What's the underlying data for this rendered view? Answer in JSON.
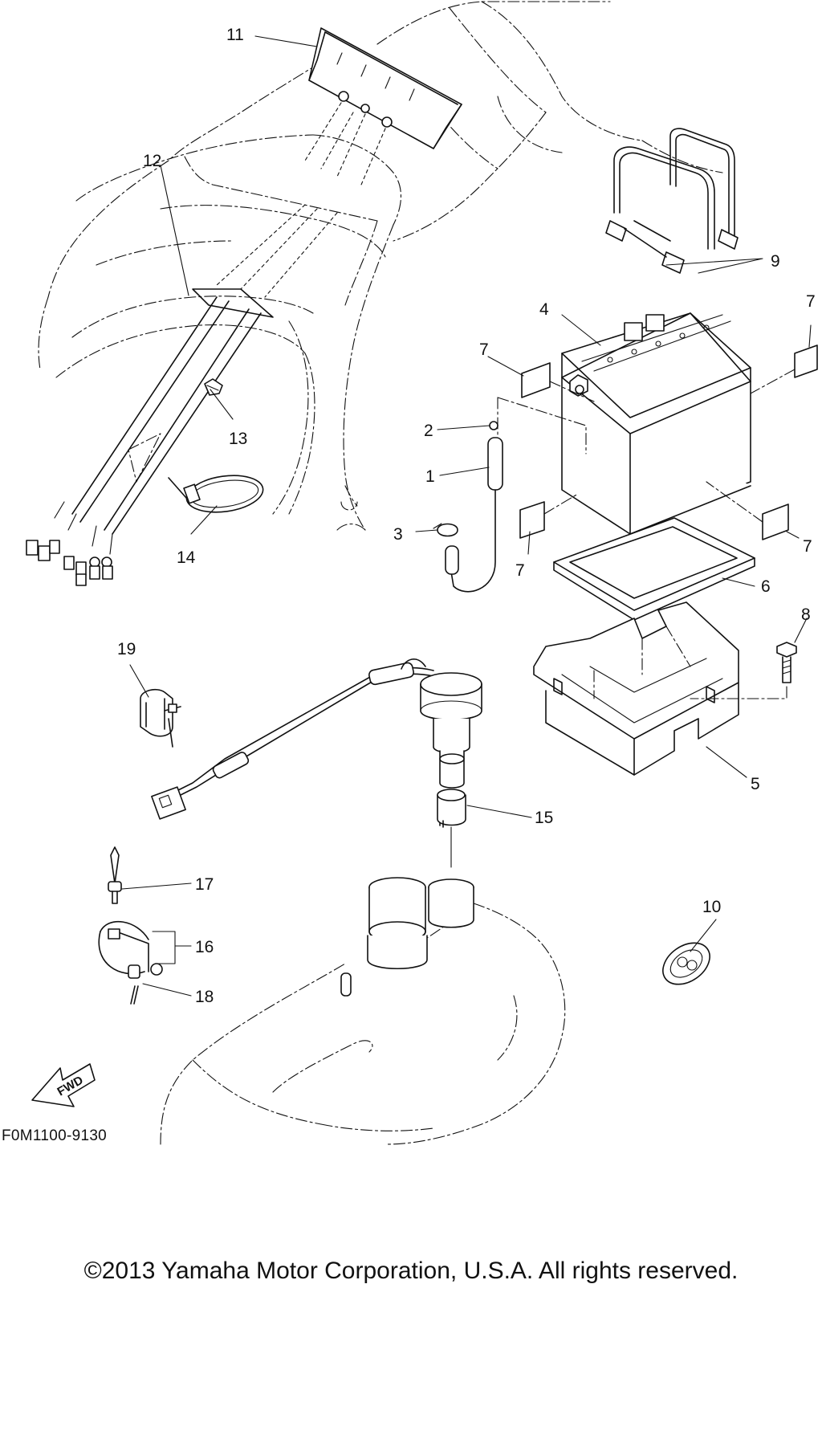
{
  "diagram": {
    "code": "F0M1100-9130",
    "fwd_label": "FWD",
    "callouts": [
      {
        "id": "11",
        "label": "11"
      },
      {
        "id": "12",
        "label": "12"
      },
      {
        "id": "13",
        "label": "13"
      },
      {
        "id": "14",
        "label": "14"
      },
      {
        "id": "9",
        "label": "9"
      },
      {
        "id": "4",
        "label": "4"
      },
      {
        "id": "7a",
        "label": "7"
      },
      {
        "id": "7b",
        "label": "7"
      },
      {
        "id": "7c",
        "label": "7"
      },
      {
        "id": "7d",
        "label": "7"
      },
      {
        "id": "2",
        "label": "2"
      },
      {
        "id": "1",
        "label": "1"
      },
      {
        "id": "3",
        "label": "3"
      },
      {
        "id": "6",
        "label": "6"
      },
      {
        "id": "8",
        "label": "8"
      },
      {
        "id": "5",
        "label": "5"
      },
      {
        "id": "19",
        "label": "19"
      },
      {
        "id": "15",
        "label": "15"
      },
      {
        "id": "17",
        "label": "17"
      },
      {
        "id": "16",
        "label": "16"
      },
      {
        "id": "18",
        "label": "18"
      },
      {
        "id": "10",
        "label": "10"
      }
    ]
  },
  "copyright": "©2013 Yamaha Motor Corporation, U.S.A. All rights reserved."
}
